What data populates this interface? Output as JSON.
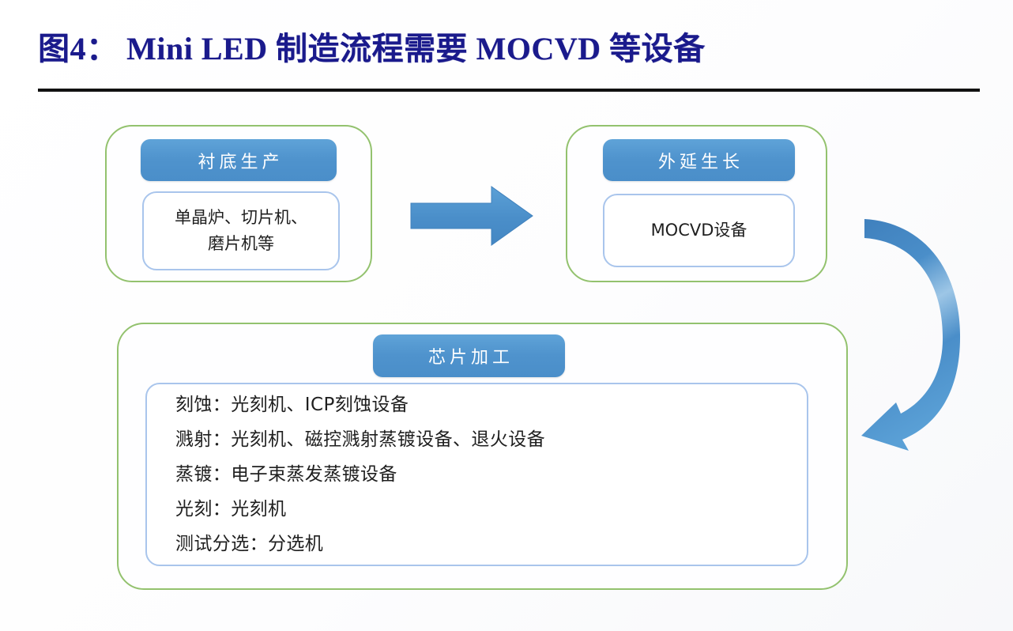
{
  "title": {
    "text": "图4： Mini LED 制造流程需要 MOCVD 等设备",
    "color": "#1a1a8c",
    "rule_color": "#111111"
  },
  "colors": {
    "outer_border_green": "#93c26e",
    "inner_border_blue": "#a9c5ec",
    "header_fill_blue": "#4f93cd",
    "arrow_blue": "#4a8ec9",
    "background": "#ffffff",
    "body_text": "#1f1f1f",
    "header_text": "#ffffff"
  },
  "flow": {
    "stages": [
      {
        "id": "substrate",
        "header": "衬底生产",
        "body_lines": [
          "单晶炉、切片机、",
          "磨片机等"
        ]
      },
      {
        "id": "epitaxy",
        "header": "外延生长",
        "body_lines": [
          "MOCVD设备"
        ]
      },
      {
        "id": "chip-processing",
        "header": "芯片加工",
        "body_lines": [
          "刻蚀：光刻机、ICP刻蚀设备",
          "溅射：光刻机、磁控溅射蒸镀设备、退火设备",
          "蒸镀：电子束蒸发蒸镀设备",
          "光刻：光刻机",
          "测试分选：分选机"
        ]
      }
    ],
    "connectors": [
      {
        "id": "substrate-to-epitaxy",
        "icon": "arrow-right-icon",
        "direction": "right"
      },
      {
        "id": "epitaxy-to-chip",
        "icon": "curved-arrow-icon",
        "direction": "down-left"
      }
    ]
  }
}
